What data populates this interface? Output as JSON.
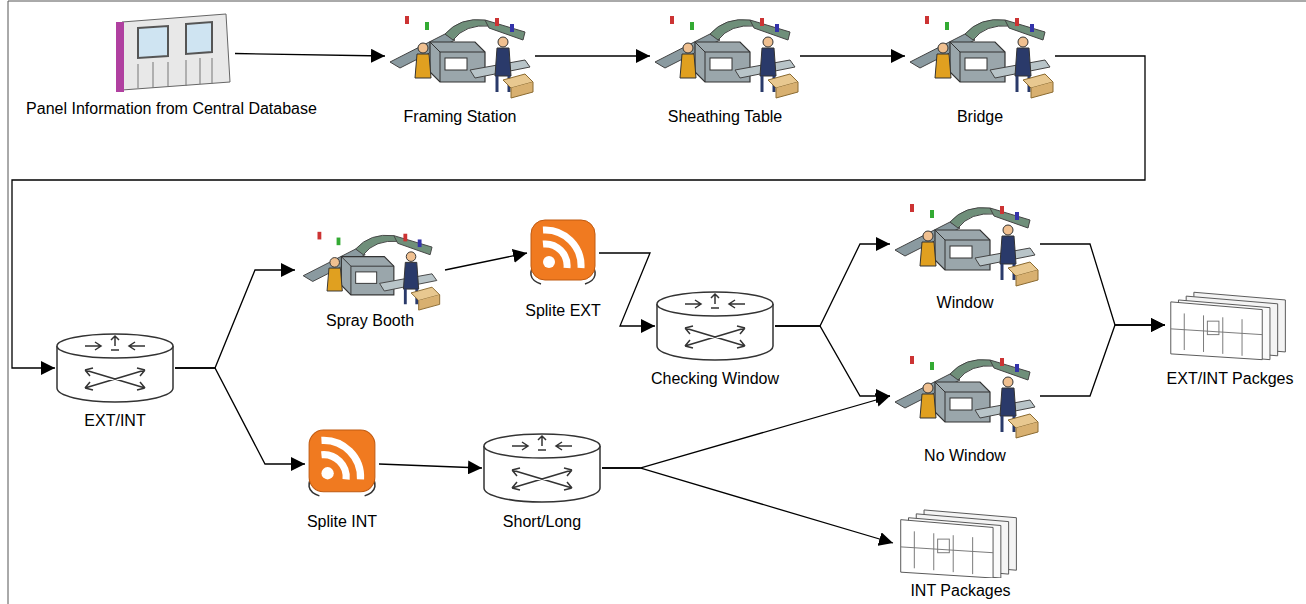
{
  "diagram": {
    "nodes": [
      {
        "text": [
          "Panel Information from Central Database"
        ]
      },
      {
        "text": [
          "Framing Station"
        ]
      },
      {
        "text": [
          "Sheathing Table"
        ]
      },
      {
        "text": [
          "Bridge"
        ]
      },
      {
        "text": [
          "EXT/INT"
        ]
      },
      {
        "text": [
          "Spray Booth"
        ]
      },
      {
        "text": [
          "Splite EXT"
        ]
      },
      {
        "text": [
          "Checking Window"
        ]
      },
      {
        "text": [
          "Window"
        ]
      },
      {
        "text": [
          "No Window"
        ]
      },
      {
        "text": [
          "EXT/INT Packges"
        ]
      },
      {
        "text": [
          "Splite INT"
        ]
      },
      {
        "text": [
          "Short/Long"
        ]
      },
      {
        "text": [
          "INT Packages"
        ]
      }
    ],
    "edges": [
      {
        "from": 0,
        "to": 1,
        "arrow": "to"
      },
      {
        "from": 1,
        "to": 2,
        "arrow": "to"
      },
      {
        "from": 2,
        "to": 3,
        "arrow": "to"
      },
      {
        "from": 3,
        "to": 4,
        "arrow": "to"
      },
      {
        "from": 4,
        "to": 5,
        "arrow": "to"
      },
      {
        "from": 4,
        "to": 11,
        "arrow": "to"
      },
      {
        "from": 5,
        "to": 6,
        "arrow": "to"
      },
      {
        "from": 6,
        "to": 7,
        "arrow": "to"
      },
      {
        "from": 7,
        "to": 8,
        "arrow": "to"
      },
      {
        "from": 7,
        "to": 9,
        "arrow": "to"
      },
      {
        "from": 11,
        "to": 12,
        "arrow": "to"
      },
      {
        "from": 12,
        "to": 9,
        "arrow": "to"
      },
      {
        "from": 12,
        "to": 13,
        "arrow": "to"
      },
      {
        "from": 8,
        "to": 10,
        "arrow": "to"
      },
      {
        "from": 9,
        "to": 10,
        "arrow": "to"
      }
    ]
  }
}
